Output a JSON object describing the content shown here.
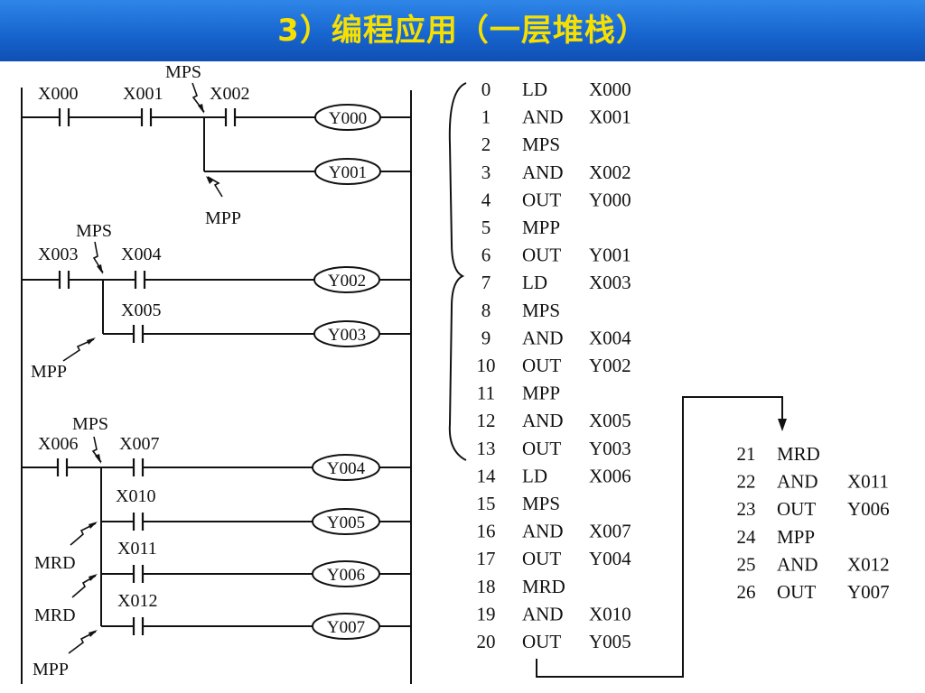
{
  "title": "3）编程应用（一层堆栈）",
  "ladder": {
    "rung1": {
      "contacts": [
        "X000",
        "X001",
        "X002"
      ],
      "coils": [
        "Y000",
        "Y001"
      ],
      "mps_label": "MPS",
      "mpp_label": "MPP"
    },
    "rung2": {
      "contacts": [
        "X003",
        "X004",
        "X005"
      ],
      "coils": [
        "Y002",
        "Y003"
      ],
      "mps_label": "MPS",
      "mpp_label": "MPP"
    },
    "rung3": {
      "contacts": [
        "X006",
        "X007",
        "X010",
        "X011",
        "X012"
      ],
      "coils": [
        "Y004",
        "Y005",
        "Y006",
        "Y007"
      ],
      "mps_label": "MPS",
      "mrd_labels": [
        "MRD",
        "MRD"
      ],
      "mpp_label": "MPP"
    }
  },
  "program": [
    {
      "step": "0",
      "op": "LD",
      "arg": "X000"
    },
    {
      "step": "1",
      "op": "AND",
      "arg": "X001"
    },
    {
      "step": "2",
      "op": "MPS",
      "arg": ""
    },
    {
      "step": "3",
      "op": "AND",
      "arg": "X002"
    },
    {
      "step": "4",
      "op": "OUT",
      "arg": "Y000"
    },
    {
      "step": "5",
      "op": "MPP",
      "arg": ""
    },
    {
      "step": "6",
      "op": "OUT",
      "arg": "Y001"
    },
    {
      "step": "7",
      "op": "LD",
      "arg": "X003"
    },
    {
      "step": "8",
      "op": "MPS",
      "arg": ""
    },
    {
      "step": "9",
      "op": "AND",
      "arg": "X004"
    },
    {
      "step": "10",
      "op": "OUT",
      "arg": "Y002"
    },
    {
      "step": "11",
      "op": "MPP",
      "arg": ""
    },
    {
      "step": "12",
      "op": "AND",
      "arg": "X005"
    },
    {
      "step": "13",
      "op": "OUT",
      "arg": "Y003"
    },
    {
      "step": "14",
      "op": "LD",
      "arg": "X006"
    },
    {
      "step": "15",
      "op": "MPS",
      "arg": ""
    },
    {
      "step": "16",
      "op": "AND",
      "arg": "X007"
    },
    {
      "step": "17",
      "op": "OUT",
      "arg": "Y004"
    },
    {
      "step": "18",
      "op": "MRD",
      "arg": ""
    },
    {
      "step": "19",
      "op": "AND",
      "arg": "X010"
    },
    {
      "step": "20",
      "op": "OUT",
      "arg": "Y005"
    },
    {
      "step": "21",
      "op": "MRD",
      "arg": ""
    },
    {
      "step": "22",
      "op": "AND",
      "arg": "X011"
    },
    {
      "step": "23",
      "op": "OUT",
      "arg": "Y006"
    },
    {
      "step": "24",
      "op": "MPP",
      "arg": ""
    },
    {
      "step": "25",
      "op": "AND",
      "arg": "X012"
    },
    {
      "step": "26",
      "op": "OUT",
      "arg": "Y007"
    }
  ]
}
